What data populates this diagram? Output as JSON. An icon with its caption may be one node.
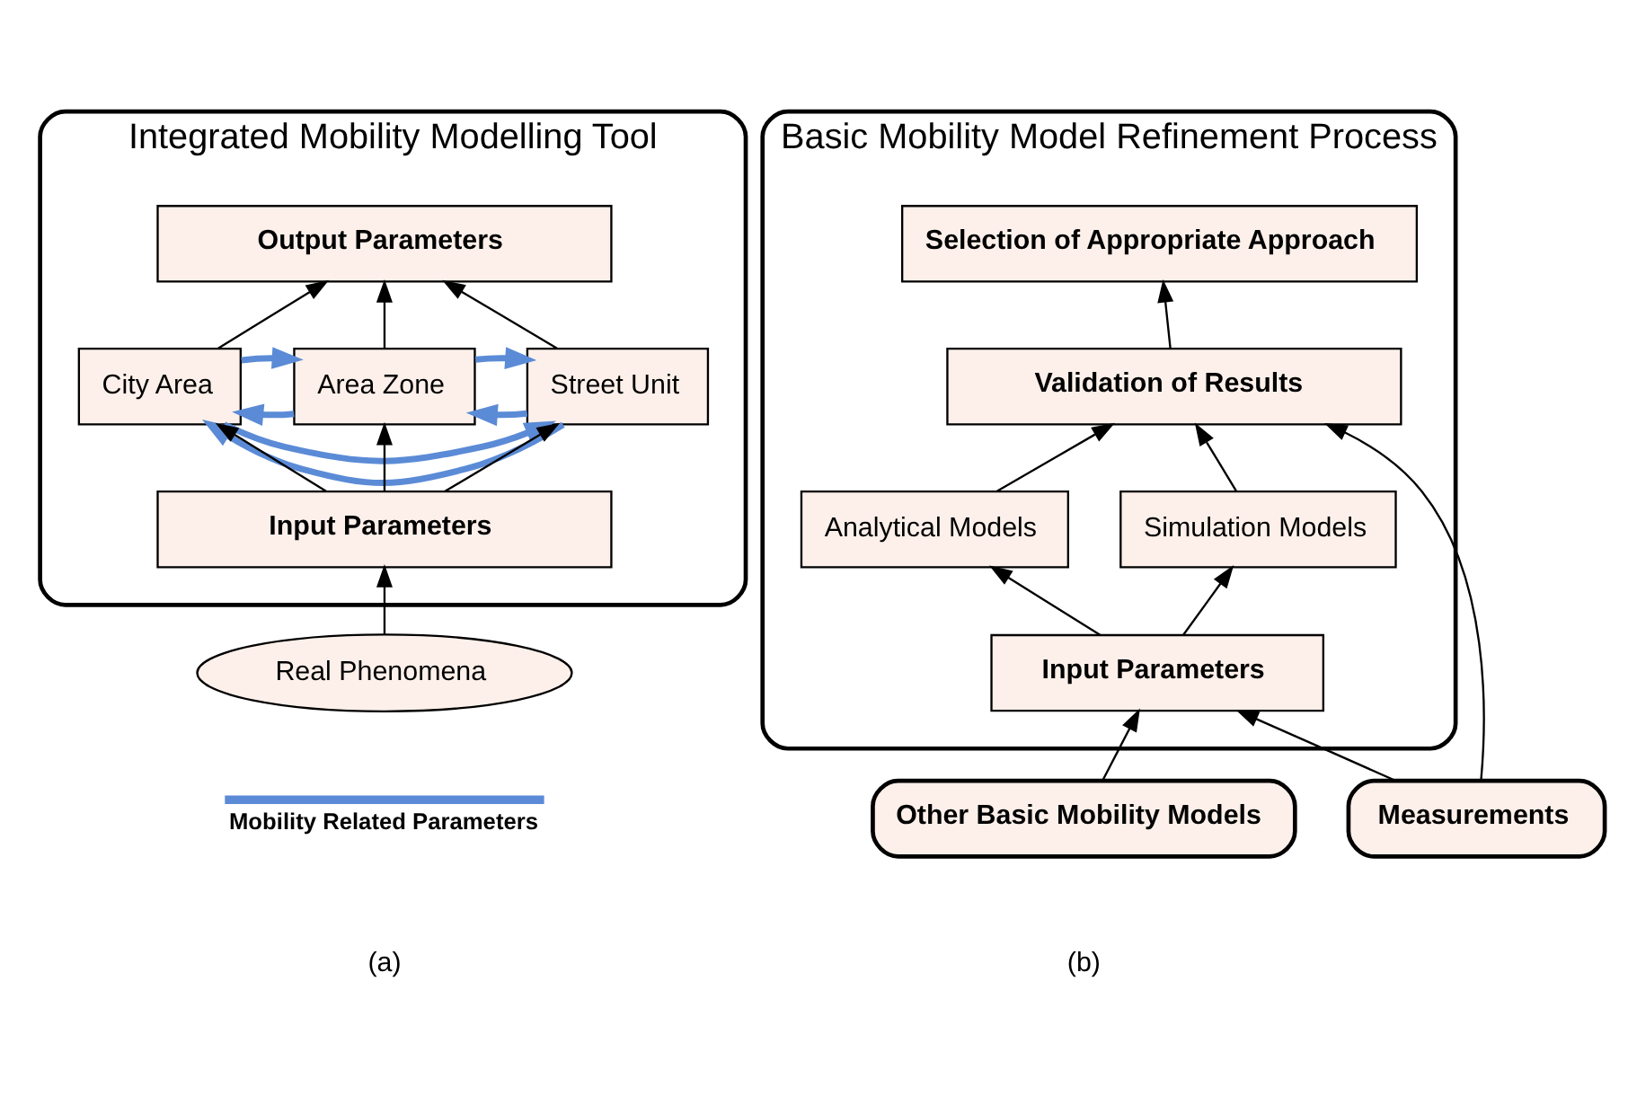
{
  "diagram": {
    "nodes": [
      {
        "text": [
          "Integrated Mobility Modelling Tool"
        ]
      },
      {
        "text": [
          "Output Parameters"
        ],
        "in": 0
      },
      {
        "text": [
          "City Area"
        ],
        "in": 0
      },
      {
        "text": [
          "Area Zone"
        ],
        "in": 0
      },
      {
        "text": [
          "Street Unit"
        ],
        "in": 0
      },
      {
        "text": [
          "Input Parameters"
        ],
        "in": 0
      },
      {
        "text": [
          "Real Phenomena"
        ]
      },
      {
        "text": [
          "Basic Mobility Model Refinement Process"
        ]
      },
      {
        "text": [
          "Selection of Appropriate Approach"
        ],
        "in": 7
      },
      {
        "text": [
          "Validation of Results"
        ],
        "in": 7
      },
      {
        "text": [
          "Analytical Models"
        ],
        "in": 7
      },
      {
        "text": [
          "Simulation Models"
        ],
        "in": 7
      },
      {
        "text": [
          "Input Parameters"
        ],
        "in": 7
      },
      {
        "text": [
          "Other Basic Mobility Models"
        ]
      },
      {
        "text": [
          "Measurements"
        ]
      }
    ],
    "edges": [
      {
        "from": 4,
        "to": 1,
        "arrow": "to"
      },
      {
        "from": 3,
        "to": 1,
        "arrow": "to"
      },
      {
        "from": 2,
        "to": 1,
        "arrow": "to"
      },
      {
        "from": 2,
        "to": 3,
        "arrow": "to",
        "style": "thick",
        "color": "#5b8bd6"
      },
      {
        "from": 2,
        "to": 4,
        "arrow": "to",
        "style": "thick",
        "color": "#5b8bd6"
      },
      {
        "from": 3,
        "to": 4,
        "arrow": "to",
        "style": "thick",
        "color": "#5b8bd6"
      },
      {
        "from": 4,
        "to": 3,
        "arrow": "to",
        "style": "thick",
        "color": "#5b8bd6"
      },
      {
        "from": 4,
        "to": 2,
        "arrow": "to",
        "style": "thick",
        "color": "#5b8bd6"
      },
      {
        "from": 3,
        "to": 2,
        "arrow": "to",
        "style": "thick",
        "color": "#5b8bd6"
      },
      {
        "from": 5,
        "to": 4,
        "arrow": "to"
      },
      {
        "from": 5,
        "to": 3,
        "arrow": "to"
      },
      {
        "from": 5,
        "to": 2,
        "arrow": "to"
      },
      {
        "from": 6,
        "to": 5,
        "arrow": "to"
      },
      {
        "from": 9,
        "to": 8,
        "arrow": "to"
      },
      {
        "from": 10,
        "to": 9,
        "arrow": "to"
      },
      {
        "from": 11,
        "to": 9,
        "arrow": "to"
      },
      {
        "from": 12,
        "to": 10,
        "arrow": "to"
      },
      {
        "from": 12,
        "to": 11,
        "arrow": "to"
      },
      {
        "from": 13,
        "to": 12,
        "arrow": "to"
      },
      {
        "from": 14,
        "to": 12,
        "arrow": "to"
      },
      {
        "from": 14,
        "to": 9,
        "arrow": "to"
      }
    ],
    "labels": [
      "(a)",
      "(b)"
    ],
    "legend": [
      {
        "text": "Mobility Related Parameters"
      }
    ]
  }
}
